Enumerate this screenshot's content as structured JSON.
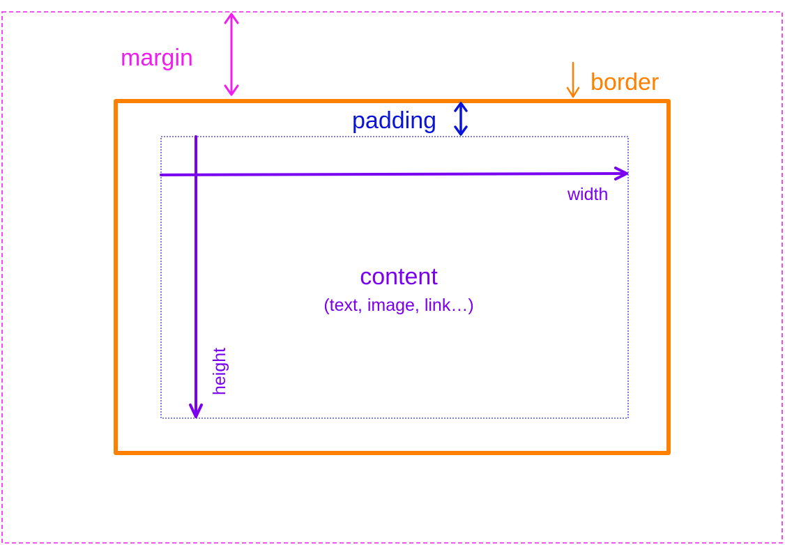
{
  "labels": {
    "margin": "margin",
    "border": "border",
    "padding": "padding",
    "width": "width",
    "height": "height",
    "content": "content",
    "content_note": "(text, image, link…)"
  },
  "colors": {
    "margin": "#f01cf0",
    "border": "#ff8000",
    "padding": "#0a14d8",
    "content": "#7a00f0",
    "content_box_outline": "#3333cc",
    "background": "#ffffff"
  }
}
